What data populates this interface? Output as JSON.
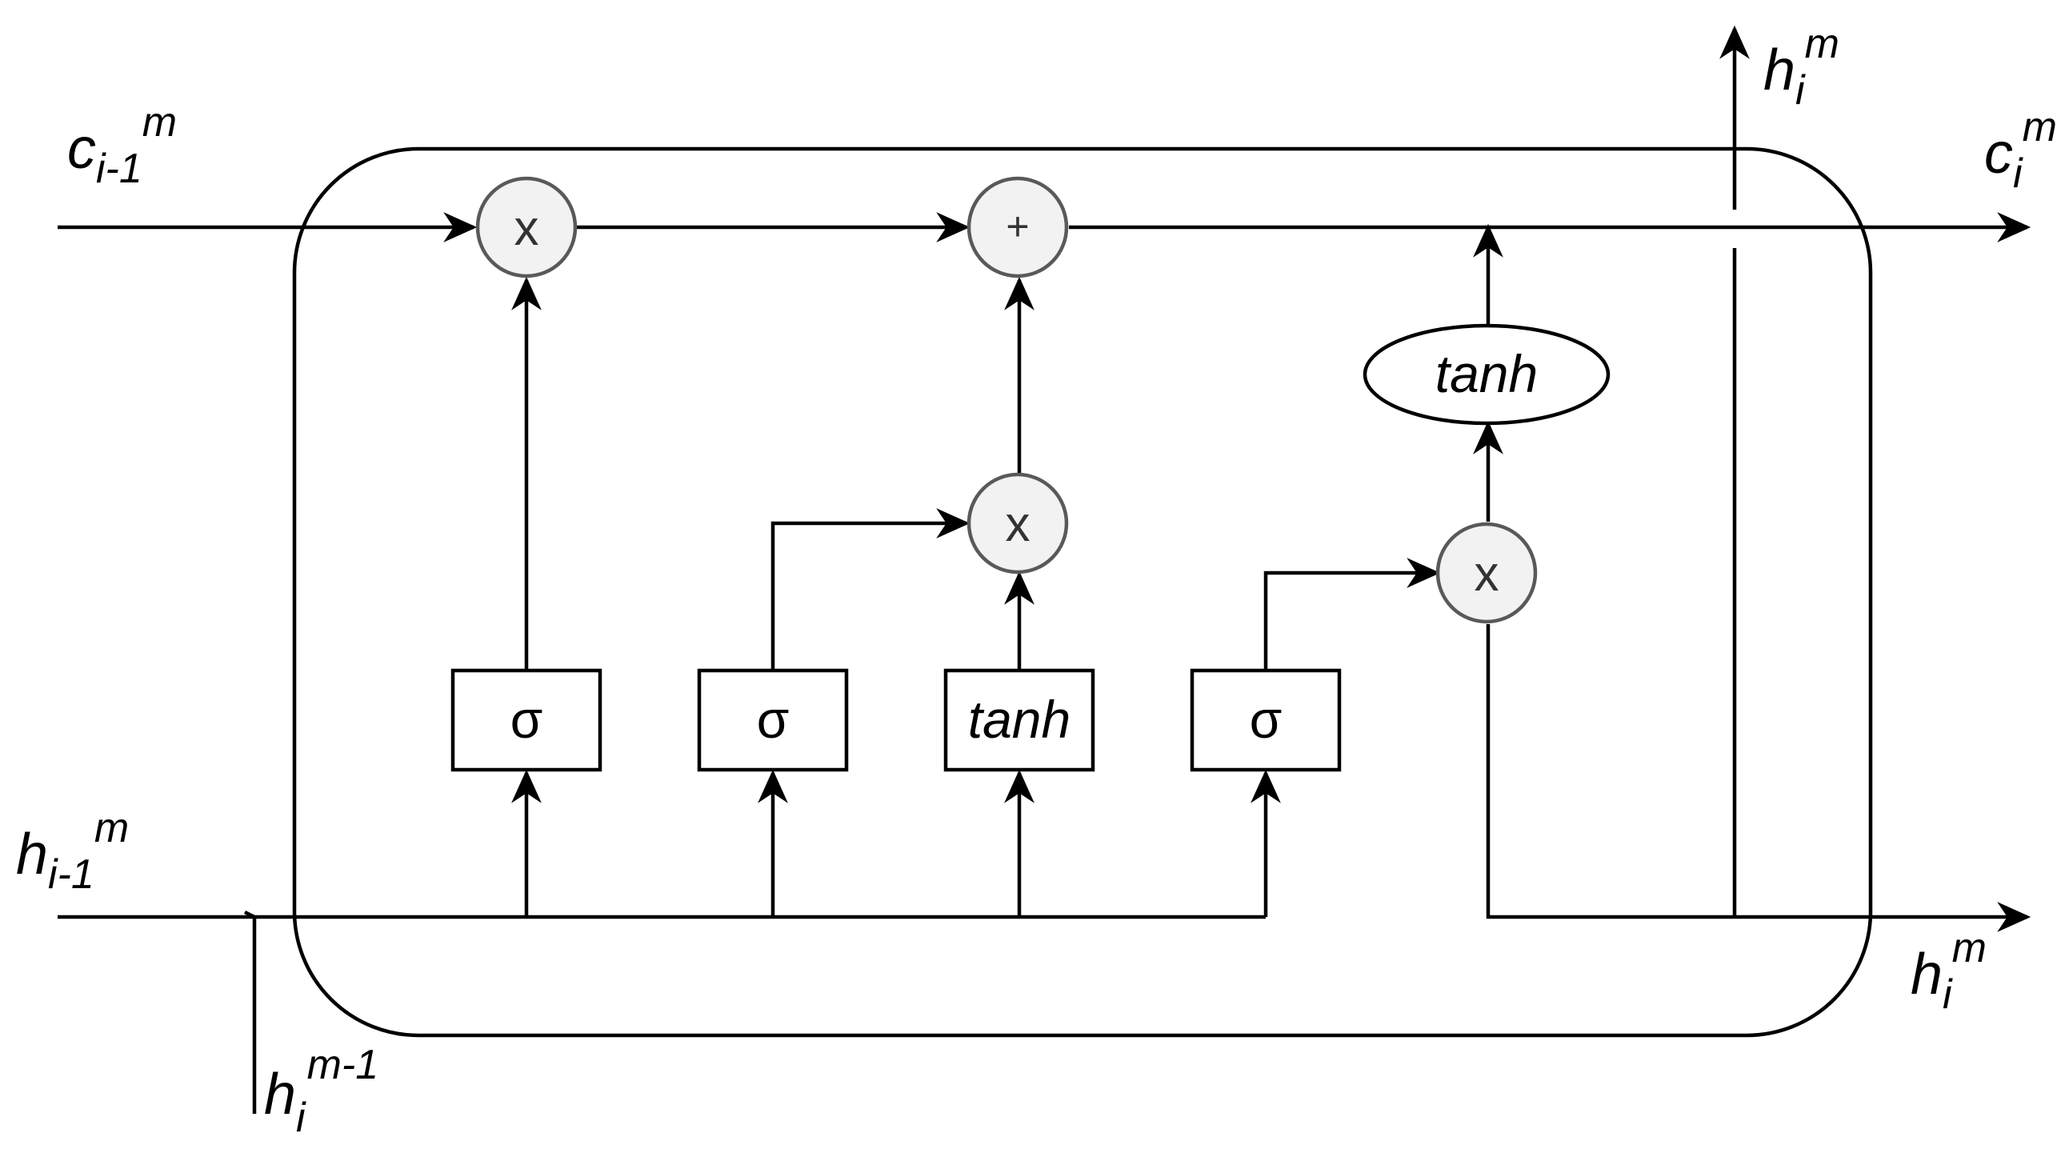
{
  "labels": {
    "c_prev": {
      "base": "c",
      "sub": "i-1",
      "sup": "m"
    },
    "h_prev": {
      "base": "h",
      "sub": "i-1",
      "sup": "m"
    },
    "h_below": {
      "base": "h",
      "sub": "i",
      "sup": "m-1"
    },
    "c_out": {
      "base": "c",
      "sub": "i",
      "sup": "m"
    },
    "h_out_right": {
      "base": "h",
      "sub": "i",
      "sup": "m"
    },
    "h_out_top": {
      "base": "h",
      "sub": "i",
      "sup": "m"
    }
  },
  "gates": {
    "forget": "σ",
    "input": "σ",
    "candidate": "tanh",
    "output": "σ"
  },
  "ops": {
    "forget_mult": "x",
    "add": "+",
    "input_mult": "x",
    "output_mult": "x"
  },
  "cell_tanh": "tanh"
}
